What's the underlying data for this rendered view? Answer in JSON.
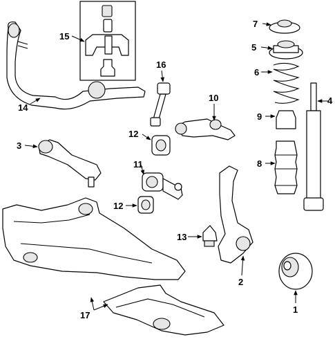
{
  "callouts": [
    {
      "id": "c1",
      "label": "1"
    },
    {
      "id": "c2",
      "label": "2"
    },
    {
      "id": "c3",
      "label": "3"
    },
    {
      "id": "c4",
      "label": "4"
    },
    {
      "id": "c5",
      "label": "5"
    },
    {
      "id": "c6",
      "label": "6"
    },
    {
      "id": "c7",
      "label": "7"
    },
    {
      "id": "c8",
      "label": "8"
    },
    {
      "id": "c9",
      "label": "9"
    },
    {
      "id": "c10",
      "label": "10"
    },
    {
      "id": "c11",
      "label": "11"
    },
    {
      "id": "c12a",
      "label": "12"
    },
    {
      "id": "c12b",
      "label": "12"
    },
    {
      "id": "c13",
      "label": "13"
    },
    {
      "id": "c14",
      "label": "14"
    },
    {
      "id": "c15",
      "label": "15"
    },
    {
      "id": "c16",
      "label": "16"
    },
    {
      "id": "c17",
      "label": "17"
    }
  ],
  "colors": {
    "ink": "#000000",
    "background": "#ffffff"
  }
}
